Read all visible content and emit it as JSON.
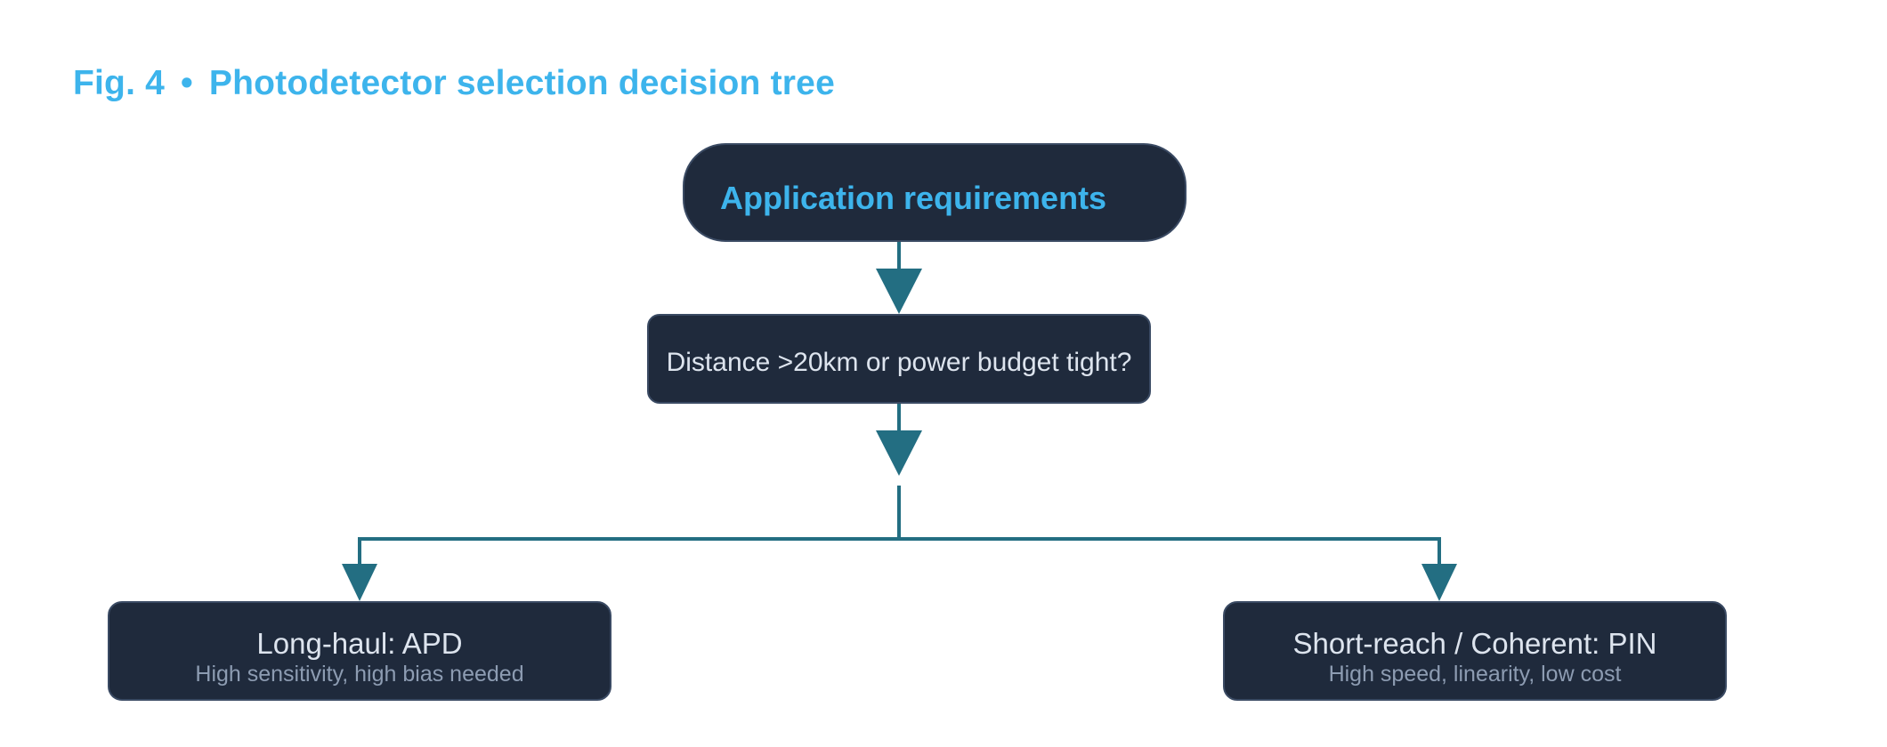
{
  "figure": {
    "label": "Fig. 4",
    "separator": "•",
    "title": "Photodetector selection decision tree"
  },
  "nodes": {
    "root": {
      "label": "Application requirements"
    },
    "question": {
      "label": "Distance >20km or power budget tight?"
    },
    "left": {
      "label": "Long-haul: APD",
      "sub": "High sensitivity, high bias needed"
    },
    "right": {
      "label": "Short-reach / Coherent: PIN",
      "sub": "High speed, linearity, low cost"
    }
  },
  "colors": {
    "accent": "#3db4ec",
    "node_fill": "#1f2a3c",
    "node_border": "#3a4a63",
    "connector": "#236e82",
    "node_text": "#dde4ee",
    "sub_text": "#8d9cb2"
  }
}
